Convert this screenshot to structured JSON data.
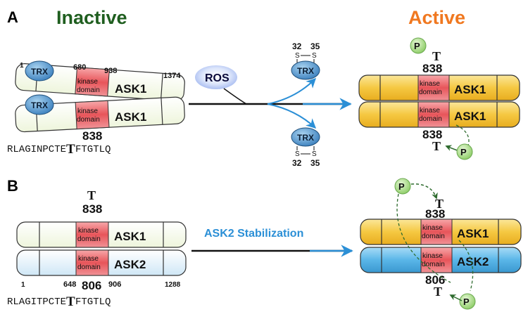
{
  "panel_a": {
    "label": "A",
    "inactive_title": "Inactive",
    "active_title": "Active",
    "trx": "TRX",
    "kinase": "kinase",
    "domain": "domain",
    "ask1": "ASK1",
    "pos_start": "1",
    "pos_kinase_start": "680",
    "pos_kinase_end": "938",
    "pos_end": "1374",
    "thr_pos": "838",
    "thr": "T",
    "sequence_left": "RLAGINPCTE",
    "sequence_right": "FTGTLQ",
    "ros": "ROS",
    "cys1": "32",
    "cys2": "35",
    "s": "S",
    "p": "P"
  },
  "panel_b": {
    "label": "B",
    "kinase": "kinase",
    "domain": "domain",
    "ask1": "ASK1",
    "ask2": "ASK2",
    "pos_start": "1",
    "pos_kinase_start": "648",
    "pos_kinase_end": "906",
    "pos_end": "1288",
    "thr_pos_ask1": "838",
    "thr_pos_ask2": "806",
    "thr": "T",
    "sequence_left": "RLAGITPCTE",
    "sequence_right": "FTGTLQ",
    "arrow_label": "ASK2 Stabilization",
    "p": "P"
  },
  "colors": {
    "inactive_title": "#1f5e1f",
    "active_title": "#f07820",
    "ask1_inactive_fill": "#f3f8e4",
    "ask2_inactive_fill": "#d8edf8",
    "ask_active_fill": "#f5c842",
    "ask2_active_fill": "#5ab6e8",
    "kinase_fill": "#e8555a",
    "trx_fill": "#4a90c8",
    "phospho_fill": "#9ed87a",
    "arrow_blue": "#2b8fd6",
    "arrow_label": "#2b8fd6"
  }
}
